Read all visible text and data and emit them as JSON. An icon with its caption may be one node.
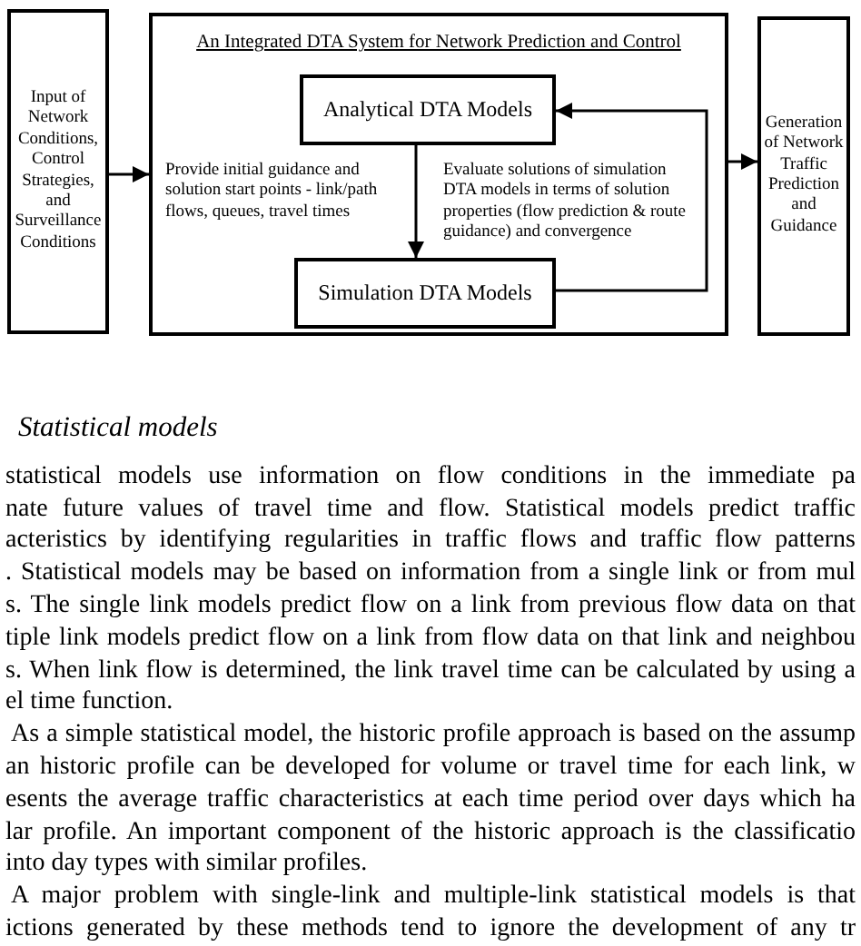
{
  "diagram": {
    "nodes": [
      {
        "text": [
          "Input of Network Conditions, Control Strategies, and Surveillance Conditions"
        ]
      },
      {
        "text": [
          "An Integrated DTA System for Network Prediction and Control"
        ]
      },
      {
        "text": [
          "Analytical DTA Models"
        ],
        "in": 1
      },
      {
        "text": [
          "Simulation DTA Models"
        ],
        "in": 1
      },
      {
        "text": [
          "Generation of Network Traffic Prediction and Guidance"
        ]
      }
    ],
    "edges": [
      {
        "from": 0,
        "to": 1,
        "arrow": "to"
      },
      {
        "from": 2,
        "to": 3,
        "arrow": "to",
        "label": "Provide initial guidance and solution start points - link/path flows, queues, travel times"
      },
      {
        "from": 3,
        "to": 2,
        "arrow": "to",
        "label": "Evaluate solutions of simulation DTA models in terms of solution properties (flow prediction & route guidance) and convergence"
      },
      {
        "from": 1,
        "to": 4,
        "arrow": "to"
      }
    ],
    "labels": [
      "Statistical models",
      "statistical models use information on flow conditions in the immediate pa",
      "nate future values of travel time and flow. Statistical models predict traffic",
      "acteristics by identifying regularities in traffic flows and traffic flow patterns",
      ". Statistical models may be based on information from a single link or from mul",
      "s. The single link models predict flow on a link from previous flow data on that",
      "tiple link models predict flow on a link from flow data on that link and neighbou",
      "s. When link flow is determined, the link travel time can be calculated by using a",
      "el time function.",
      "As a simple statistical model, the historic profile approach is based on the assump",
      "an historic profile can be developed for volume or travel time for each link, w",
      "esents the average traffic characteristics at each time period over days which ha",
      "lar profile. An important component of the historic approach is the classificatio",
      "into day types with similar profiles.",
      "A major problem with single-link and multiple-link statistical models is that",
      "ictions generated by these methods tend to ignore the development of any tr"
    ]
  }
}
